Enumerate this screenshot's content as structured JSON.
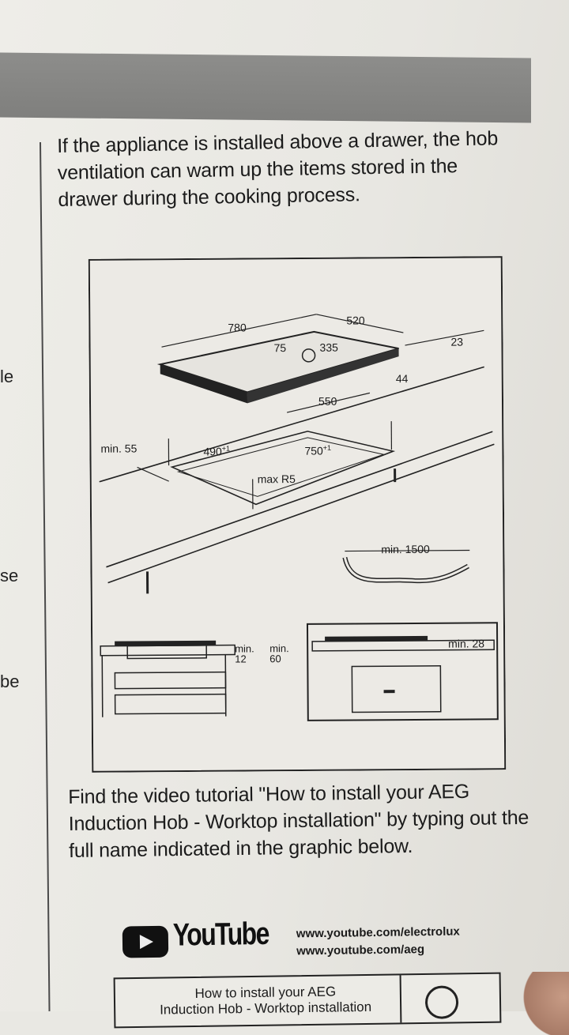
{
  "intro_text": "If the appliance is installed above a drawer, the hob ventilation can warm up the items stored in the drawer during the cooking process.",
  "edge_fragments": [
    "le",
    "se",
    "be"
  ],
  "diagram": {
    "hob_width": "780",
    "hob_depth": "520",
    "hob_thickness": "23",
    "front_offset": "75",
    "position_ref": "335",
    "cutout_front": "550",
    "back_offset": "44",
    "min_back_edge": "min. 55",
    "cutout_depth": "490",
    "cutout_width": "750",
    "tolerance": "+1",
    "corner_radius": "max R5",
    "cable_length": "min. 1500",
    "gap_min_12_label": "min.",
    "gap_min_12_value": "12",
    "gap_min_60_label": "min.",
    "gap_min_60_value": "60",
    "gap_oven": "min. 28"
  },
  "tutorial_text": "Find the video tutorial \"How to install your AEG Induction Hob - Worktop installation\" by typing out the full name indicated in the graphic below.",
  "youtube": {
    "wordmark": "YouTube",
    "url_1": "www.youtube.com/electrolux",
    "url_2": "www.youtube.com/aeg"
  },
  "video_box": {
    "line_1": "How to install your AEG",
    "line_2": "Induction Hob - Worktop installation"
  }
}
